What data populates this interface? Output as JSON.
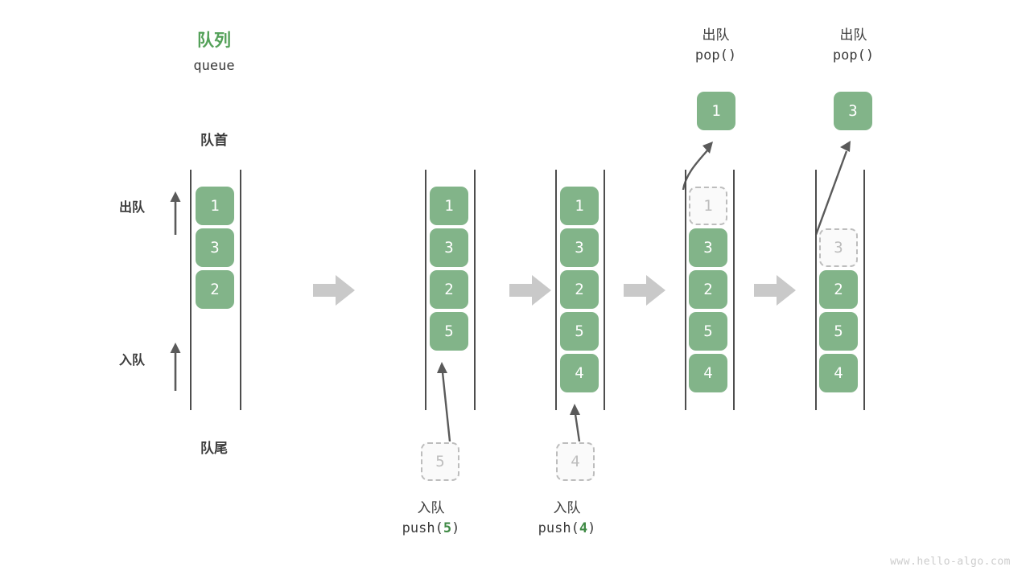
{
  "diagram": {
    "title_cn": "队列",
    "title_en": "queue",
    "head_label": "队首",
    "tail_label": "队尾",
    "dequeue_label": "出队",
    "enqueue_label": "入队",
    "accent_green": "#54a159",
    "box_green": "#82b489",
    "ghost_gray": "#bdbdbd",
    "rail_color": "#4d4d4d",
    "arrow_color": "#c9c9c9"
  },
  "watermark": "www.hello-algo.com",
  "chart_data": {
    "type": "diagram",
    "title": "队列 queue",
    "stages": [
      {
        "id": "initial",
        "caption_cn": "",
        "caption_code": "",
        "items": [
          "1",
          "3",
          "2"
        ],
        "ghost_index": -1,
        "popped": null,
        "incoming": null
      },
      {
        "id": "push-5",
        "caption_cn": "入队",
        "caption_code": "push(5)",
        "caption_arg": "5",
        "items": [
          "1",
          "3",
          "2",
          "5"
        ],
        "ghost_index": -1,
        "popped": null,
        "incoming": "5"
      },
      {
        "id": "push-4",
        "caption_cn": "入队",
        "caption_code": "push(4)",
        "caption_arg": "4",
        "items": [
          "1",
          "3",
          "2",
          "5",
          "4"
        ],
        "ghost_index": -1,
        "popped": null,
        "incoming": "4"
      },
      {
        "id": "pop-1",
        "caption_cn": "出队",
        "caption_code": "pop()",
        "items": [
          "1",
          "3",
          "2",
          "5",
          "4"
        ],
        "ghost_index": 0,
        "popped": "1",
        "incoming": null
      },
      {
        "id": "pop-3",
        "caption_cn": "出队",
        "caption_code": "pop()",
        "items": [
          "3",
          "2",
          "5",
          "4"
        ],
        "ghost_index": 0,
        "popped": "3",
        "incoming": null
      }
    ]
  }
}
